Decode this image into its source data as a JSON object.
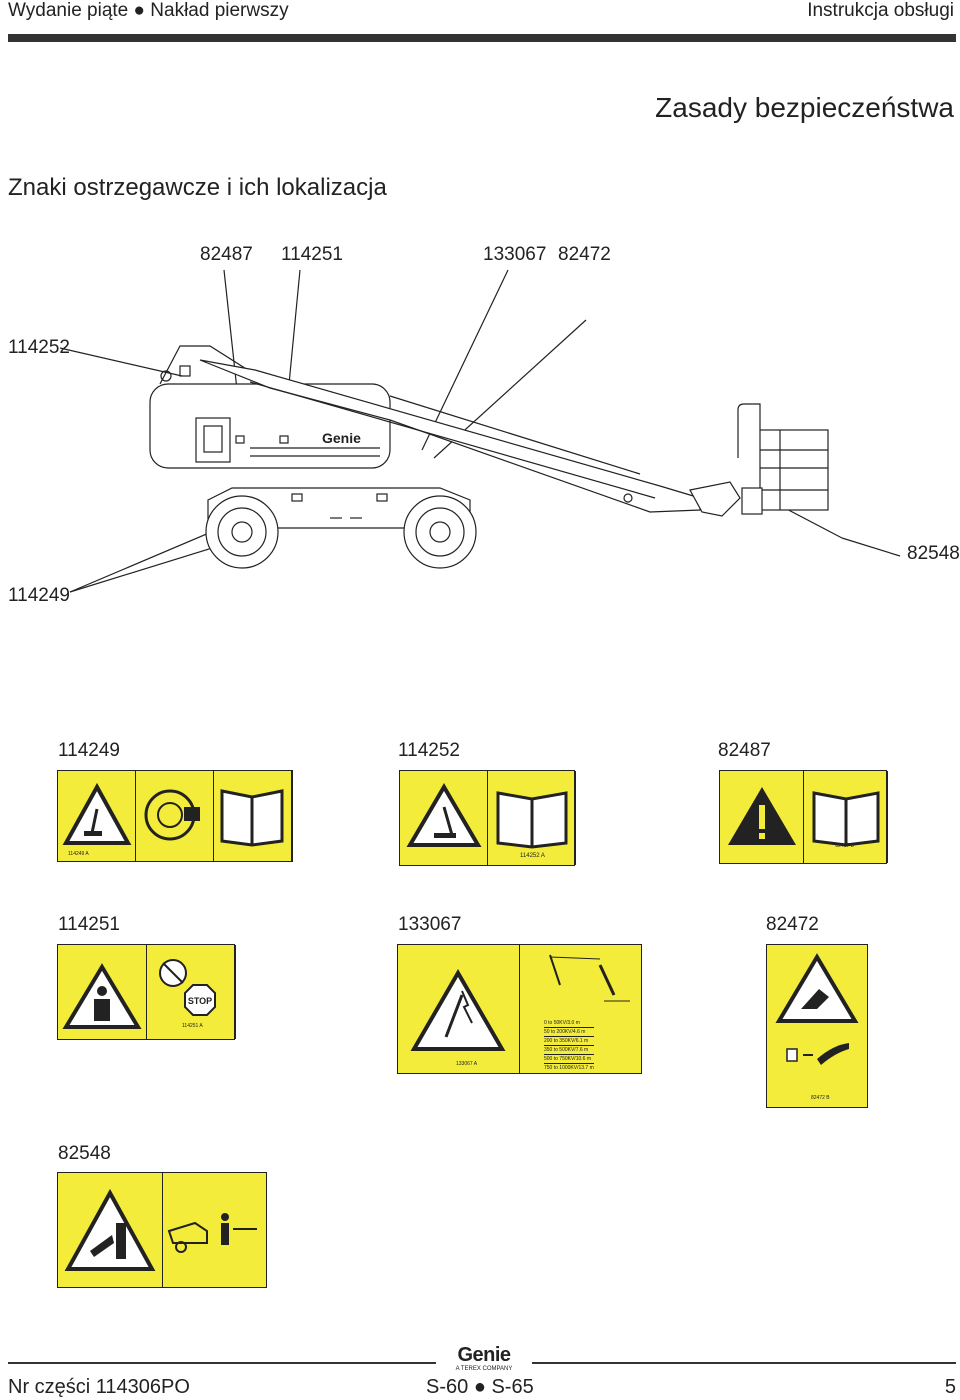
{
  "header": {
    "left": "Wydanie piąte",
    "left2": "Nakład pierwszy",
    "right": "Instrukcja obsługi"
  },
  "section_title": "Zasady bezpieczeństwa",
  "subtitle": "Znaki ostrzegawcze i ich lokalizacja",
  "diagram": {
    "labels": {
      "l82487": "82487",
      "l114251": "114251",
      "l133067": "133067",
      "l82472": "82472",
      "l114252": "114252",
      "l82548": "82548",
      "l114249": "114249"
    },
    "machine_logo": "Genie"
  },
  "decals": {
    "d114249": {
      "label": "114249",
      "code": "114249 A"
    },
    "d114252": {
      "label": "114252",
      "code": "114252 A"
    },
    "d82487": {
      "label": "82487",
      "code": "82487 B"
    },
    "d114251": {
      "label": "114251",
      "code": "114251 A",
      "stop": "STOP"
    },
    "d133067": {
      "label": "133067",
      "code": "133067 A",
      "table": [
        "0 to 50KV/3.0 m",
        "50 to 200KV/4.6 m",
        "200 to 350KV/6.1 m",
        "350 to 500KV/7.6 m",
        "500 to 750KV/10.6 m",
        "750 to 1000KV/13.7 m"
      ]
    },
    "d82472": {
      "label": "82472",
      "code": "82472 B"
    },
    "d82548": {
      "label": "82548"
    }
  },
  "footer": {
    "part_no": "Nr części 114306PO",
    "model1": "S-60",
    "model2": "S-65",
    "page": "5",
    "logo": "Genie",
    "logo_sub": "A TEREX COMPANY"
  },
  "colors": {
    "decal_yellow": "#f4ec3a",
    "ink": "#222222"
  }
}
